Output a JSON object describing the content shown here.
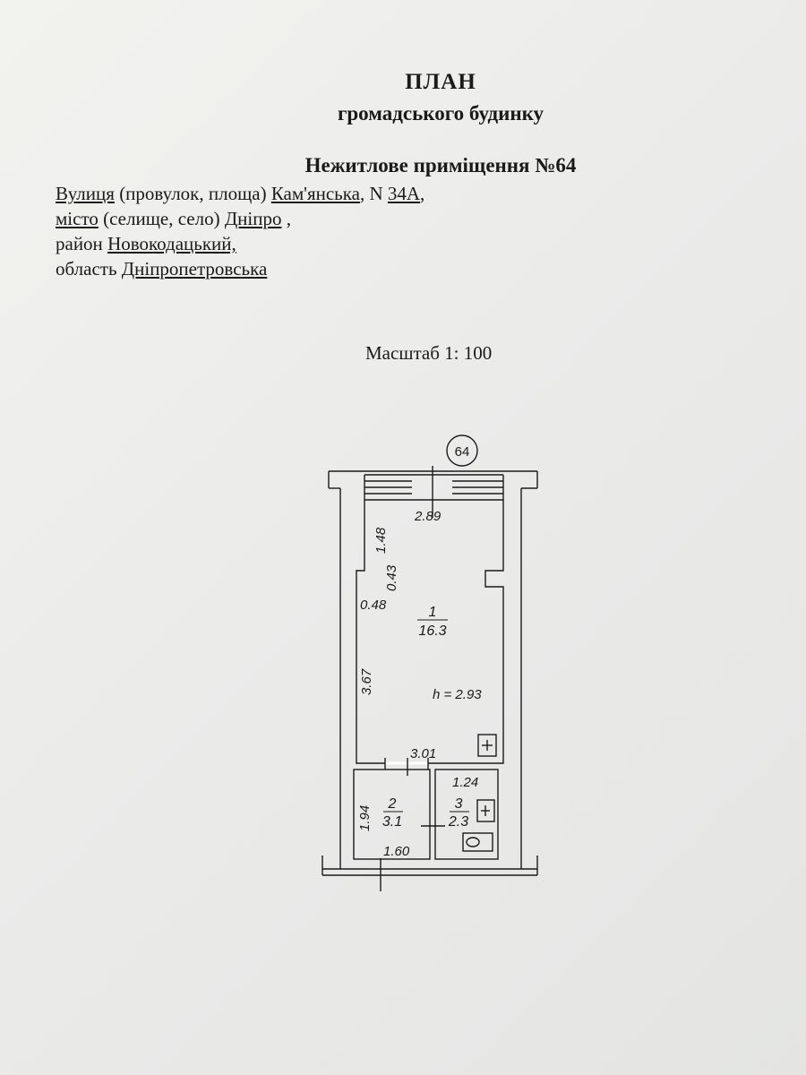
{
  "header": {
    "title": "ПЛАН",
    "subtitle": "громадського будинку",
    "object": "Нежитлове приміщення №64"
  },
  "address": {
    "street_label_u": "Вулиця",
    "street_label_rest": " (провулок, площа) ",
    "street_value": "Кам'янська",
    "street_sep": ", N ",
    "house_value": "34А",
    "house_tail": ",",
    "city_label_u": "місто",
    "city_label_rest": " (селище, село) ",
    "city_value": "Дніпро",
    "city_tail": " ,",
    "district_label": "район ",
    "district_value": "Новокодацький,",
    "region_label": "область ",
    "region_value": "Дніпропетровська"
  },
  "scale": "Масштаб 1: 100",
  "plan": {
    "unit_number": "64",
    "dimensions": {
      "top_width": "2.89",
      "upper_left": "1.48",
      "niche_depth": "0.43",
      "niche_width": "0.48",
      "room1_height": "3.67",
      "room1_width": "3.01",
      "ceiling": "h = 2.93",
      "room2_height": "1.94",
      "room2_width": "1.60",
      "room3_width": "1.24"
    },
    "rooms": [
      {
        "number": "1",
        "area": "16.3"
      },
      {
        "number": "2",
        "area": "3.1"
      },
      {
        "number": "3",
        "area": "2.3"
      }
    ]
  }
}
